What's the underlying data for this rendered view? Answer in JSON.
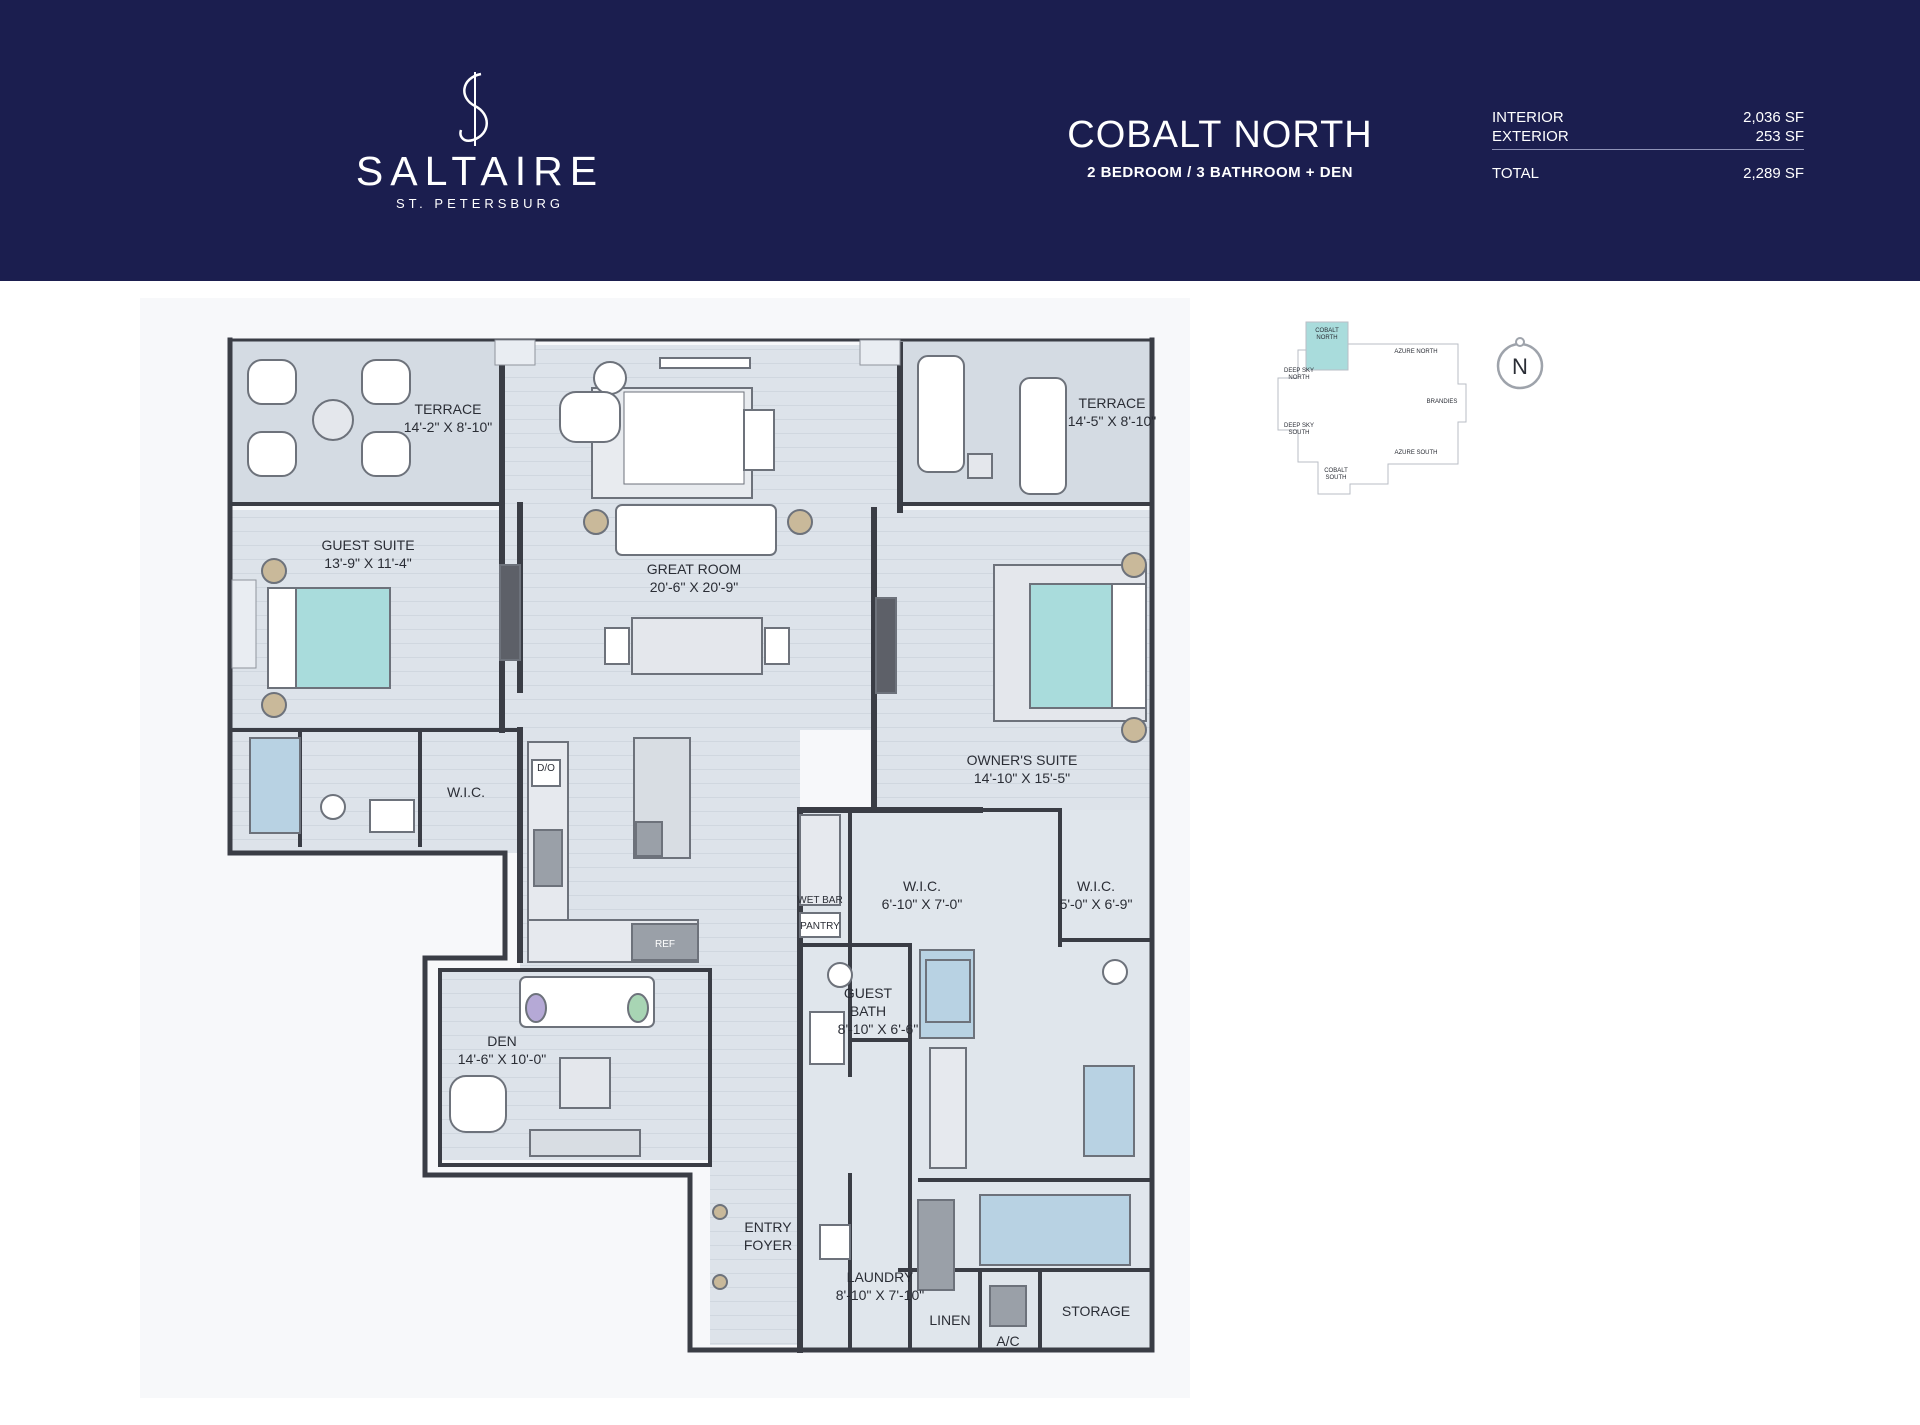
{
  "header": {
    "brand": "SALTAIRE",
    "brand_location": "ST. PETERSBURG",
    "unit_name": "COBALT NORTH",
    "unit_type": "2 BEDROOM / 3 BATHROOM + DEN",
    "areas": [
      {
        "label": "INTERIOR",
        "value": "2,036 SF"
      },
      {
        "label": "EXTERIOR",
        "value": "253 SF"
      },
      {
        "label": "TOTAL",
        "value": "2,289 SF"
      }
    ]
  },
  "colors": {
    "header_bg": "#1b1e4f",
    "floor": "#dde3ea",
    "wall": "#3a3d45",
    "accent_teal": "#a9dcdc",
    "fixture": "#b8d2e3"
  },
  "rooms": {
    "terrace_left": {
      "name": "TERRACE",
      "dims": "14'-2\" X 8'-10\""
    },
    "terrace_right": {
      "name": "TERRACE",
      "dims": "14'-5\" X 8'-10\""
    },
    "guest_suite": {
      "name": "GUEST SUITE",
      "dims": "13'-9\" X 11'-4\""
    },
    "great_room": {
      "name": "GREAT ROOM",
      "dims": "20'-6\" X 20'-9\""
    },
    "owners_suite": {
      "name": "OWNER'S SUITE",
      "dims": "14'-10\" X 15'-5\""
    },
    "wic_guest": {
      "name": "W.I.C."
    },
    "wic_owner_1": {
      "name": "W.I.C.",
      "dims": "6'-10\" X 7'-0\""
    },
    "wic_owner_2": {
      "name": "W.I.C.",
      "dims": "5'-0\" X 6'-9\""
    },
    "guest_bath": {
      "name_1": "GUEST",
      "name_2": "BATH",
      "dims": "8'-10\" X 6'-6\""
    },
    "den": {
      "name": "DEN",
      "dims": "14'-6\" X 10'-0\""
    },
    "entry_foyer": {
      "name_1": "ENTRY",
      "name_2": "FOYER"
    },
    "laundry": {
      "name": "LAUNDRY",
      "dims": "8'-10\" X 7'-10\""
    },
    "linen": {
      "name": "LINEN"
    },
    "storage": {
      "name": "STORAGE"
    },
    "ac": {
      "name": "A/C"
    },
    "wet_bar": {
      "name": "WET BAR"
    },
    "pantry": {
      "name": "PANTRY"
    },
    "dishwasher": {
      "name": "D/O"
    },
    "ref": {
      "name": "REF"
    }
  },
  "key_plan": {
    "labels": [
      {
        "l1": "COBALT",
        "l2": "NORTH"
      },
      {
        "l1": "AZURE NORTH",
        "l2": ""
      },
      {
        "l1": "DEEP SKY",
        "l2": "NORTH"
      },
      {
        "l1": "BRANDIES",
        "l2": ""
      },
      {
        "l1": "DEEP SKY",
        "l2": "SOUTH"
      },
      {
        "l1": "AZURE SOUTH",
        "l2": ""
      },
      {
        "l1": "COBALT",
        "l2": "SOUTH"
      }
    ]
  },
  "compass": {
    "label": "N"
  }
}
